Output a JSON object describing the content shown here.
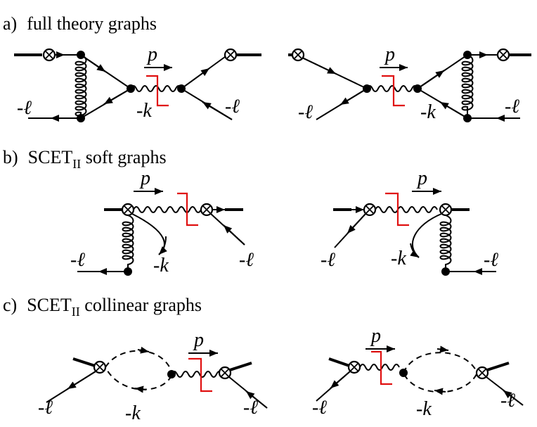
{
  "sections": [
    {
      "letter": "a)",
      "title": "full theory graphs",
      "title_sub": ""
    },
    {
      "letter": "b)",
      "title": "SCET",
      "title_sub": "II",
      "title_rest": " soft graphs"
    },
    {
      "letter": "c)",
      "title": "SCET",
      "title_sub": "II",
      "title_rest": " collinear graphs"
    }
  ],
  "labels": {
    "p": "p",
    "minus_k": "-k",
    "minus_ell": "-ℓ"
  }
}
